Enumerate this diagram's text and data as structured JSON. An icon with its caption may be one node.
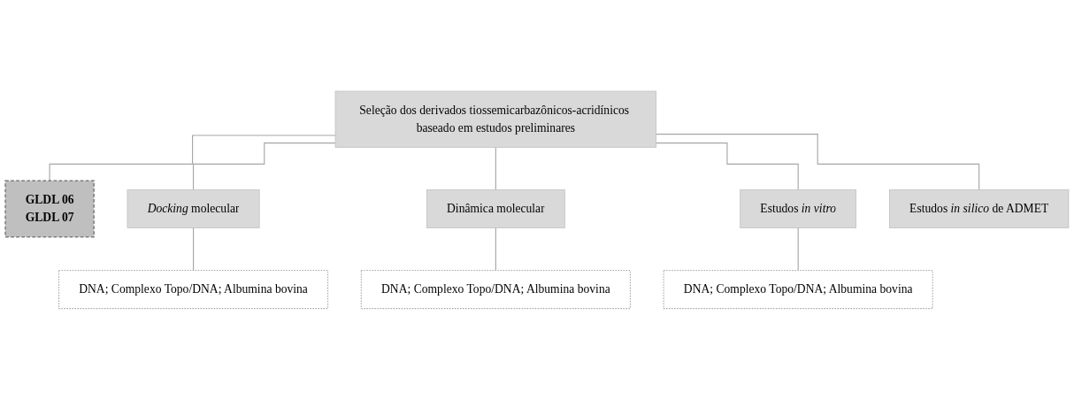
{
  "diagram": {
    "nodes": [
      {
        "text": [
          "Seleção dos derivados tiossemicarbazônicos-acridínicos baseado em estudos preliminares"
        ]
      },
      {
        "text": [
          "GLDL 06",
          "GLDL 07"
        ]
      },
      {
        "text": [
          "*Docking* molecular"
        ]
      },
      {
        "text": [
          "Dinâmica molecular"
        ]
      },
      {
        "text": [
          "Estudos *in vitro*"
        ]
      },
      {
        "text": [
          "Estudos *in silico* de ADMET"
        ]
      },
      {
        "text": [
          "DNA; Complexo Topo/DNA; Albumina bovina"
        ]
      },
      {
        "text": [
          "DNA; Complexo Topo/DNA; Albumina bovina"
        ]
      },
      {
        "text": [
          "DNA; Complexo Topo/DNA; Albumina bovina"
        ]
      }
    ],
    "edges": [
      {
        "from": 0,
        "to": 1,
        "arrow": "none"
      },
      {
        "from": 0,
        "to": 2,
        "arrow": "none"
      },
      {
        "from": 0,
        "to": 3,
        "arrow": "none"
      },
      {
        "from": 0,
        "to": 4,
        "arrow": "none"
      },
      {
        "from": 0,
        "to": 5,
        "arrow": "none"
      },
      {
        "from": 2,
        "to": 6,
        "arrow": "none"
      },
      {
        "from": 3,
        "to": 7,
        "arrow": "none"
      },
      {
        "from": 4,
        "to": 8,
        "arrow": "none"
      }
    ]
  }
}
